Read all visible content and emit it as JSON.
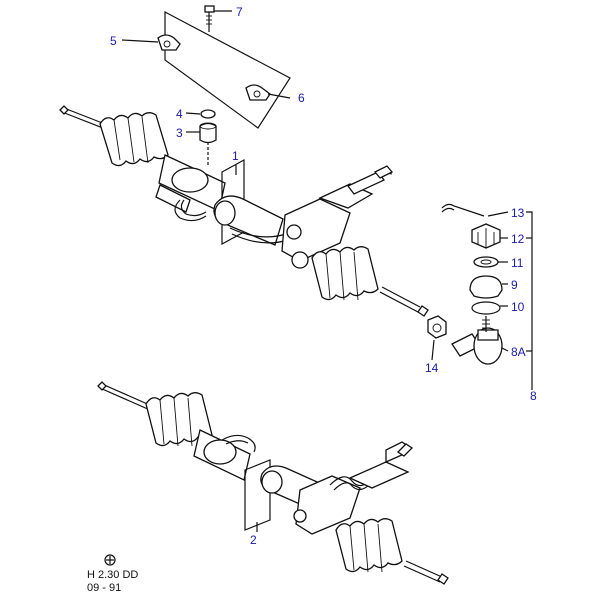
{
  "callouts": {
    "c1": "1",
    "c2": "2",
    "c3": "3",
    "c4": "4",
    "c5": "5",
    "c6": "6",
    "c7": "7",
    "c8": "8",
    "c8A": "8A",
    "c9": "9",
    "c10": "10",
    "c11": "11",
    "c12": "12",
    "c13": "13",
    "c14": "14"
  },
  "footer": {
    "code": "H 2.30 DD",
    "date": "09 - 91"
  },
  "colors": {
    "callout": "#1a1aa8",
    "line": "#111111"
  }
}
